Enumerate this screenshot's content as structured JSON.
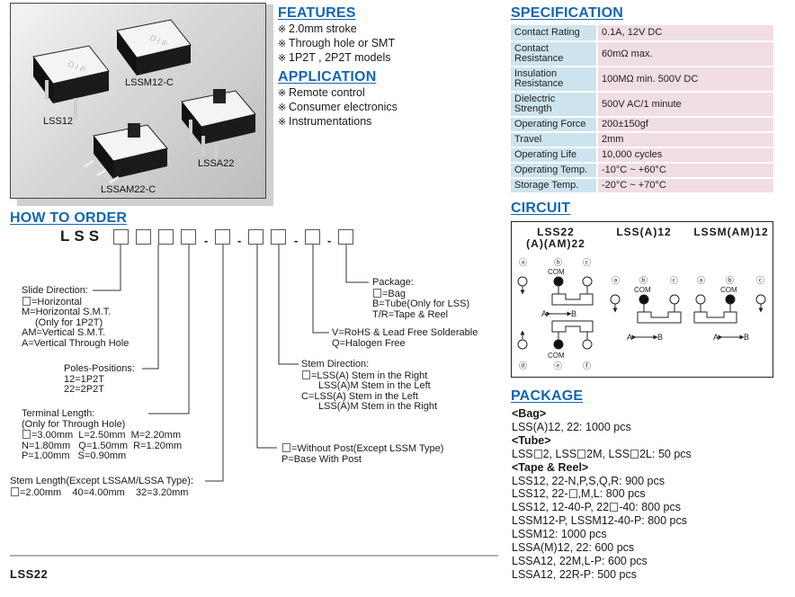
{
  "product_photos": {
    "models": [
      "LSSM12-C",
      "LSS12",
      "LSSA22",
      "LSSAM22-C"
    ],
    "body_marking": "DIP"
  },
  "features": {
    "title": "FEATURES",
    "bullet_glyph": "※",
    "items": [
      "2.0mm stroke",
      "Through hole or SMT",
      "1P2T , 2P2T models"
    ]
  },
  "application": {
    "title": "APPLICATION",
    "items": [
      "Remote control",
      "Consumer electronics",
      "Instrumentations"
    ]
  },
  "specification": {
    "title": "SPECIFICATION",
    "colors": {
      "key_bg": "#cde4ee",
      "value_bg": "#f1dde4",
      "heading": "#1466b0"
    },
    "rows": [
      {
        "key": "Contact Rating",
        "value": "0.1A, 12V DC"
      },
      {
        "key": "Contact Resistance",
        "value": "60mΩ max."
      },
      {
        "key": "Insulation Resistance",
        "value": "100MΩ min. 500V DC"
      },
      {
        "key": "Dielectric Strength",
        "value": "500V AC/1 minute"
      },
      {
        "key": "Operating Force",
        "value": "200±150gf"
      },
      {
        "key": "Travel",
        "value": "2mm"
      },
      {
        "key": "Operating Life",
        "value": "10,000 cycles"
      },
      {
        "key": "Operating Temp.",
        "value": "-10°C ~ +60°C"
      },
      {
        "key": "Storage Temp.",
        "value": "-20°C ~ +70°C"
      }
    ]
  },
  "circuit": {
    "title": "CIRCUIT",
    "diagrams": [
      {
        "title_line1": "LSS22",
        "title_line2": "(A)(AM)22",
        "top_pins": [
          "ⓐ",
          "ⓑ",
          "ⓒ"
        ],
        "bottom_pins": [
          "ⓓ",
          "ⓔ",
          "ⓕ"
        ],
        "com_label": "COM",
        "direction": "A←→B"
      },
      {
        "title_line1": "LSS(A)12",
        "pins": [
          "ⓐ",
          "ⓑ",
          "ⓒ"
        ],
        "com_label": "COM",
        "direction": "A←→B"
      },
      {
        "title_line1": "LSSM(AM)12",
        "pins": [
          "ⓐ",
          "ⓑ",
          "ⓒ"
        ],
        "com_label": "COM",
        "direction": "A←→B"
      }
    ],
    "dir_a": "A",
    "dir_b": "B"
  },
  "package": {
    "title": "PACKAGE",
    "bag_header": "<Bag>",
    "bag": [
      "LSS(A)12, 22: 1000 pcs"
    ],
    "tube_header": "<Tube>",
    "tube_parts": [
      "LSS",
      "2, LSS",
      "2M, LSS",
      "2L: 50 pcs"
    ],
    "tape_header": "<Tape & Reel>",
    "tape_line1": "LSS12, 22-N,P,S,Q,R: 900 pcs",
    "tape_line2_parts": [
      "LSS12, 22-",
      ",M,L: 800 pcs"
    ],
    "tape_line3_parts": [
      "LSS12, 12-40-P, 22",
      "-40: 800 pcs"
    ],
    "tape_rest": [
      "LSSM12-P, LSSM12-40-P: 800 pcs",
      "LSSM12: 1000 pcs",
      "LSSA(M)12, 22: 600 pcs",
      "LSSA12, 22M,L-P: 600 pcs",
      "LSSA12, 22R-P: 500 pcs"
    ]
  },
  "how_to_order": {
    "title": "HOW TO ORDER",
    "prefix": "LSS",
    "separator": "-",
    "slide_direction": {
      "label": "Slide Direction:",
      "lines": [
        "=Horizontal",
        "M=Horizontal S.M.T.",
        "(Only for 1P2T)",
        "AM=Vertical S.M.T.",
        "A=Vertical Through Hole"
      ]
    },
    "poles_positions": {
      "label": "Poles-Positions:",
      "lines": [
        "12=1P2T",
        "22=2P2T"
      ]
    },
    "terminal_length": {
      "label": "Terminal Length:",
      "lines": [
        "(Only for Through Hole)",
        "=3.00mm  L=2.50mm  M=2.20mm",
        "N=1.80mm   Q=1.50mm  R=1.20mm",
        "P=1.00mm   S=0.90mm"
      ]
    },
    "stem_length": {
      "label": "Stem Length(Except LSSAM/LSSA Type):",
      "lines": [
        "=2.00mm    40=4.00mm    32=3.20mm"
      ]
    },
    "post": {
      "lines": [
        "=Without Post(Except LSSM Type)",
        "P=Base With Post"
      ]
    },
    "stem_direction": {
      "label": "Stem Direction:",
      "lines": [
        "=LSS(A) Stem in the Right",
        "LSS(A)M Stem in the Left",
        "C=LSS(A) Stem in the Left",
        "LSS(A)M Stem in the Right"
      ]
    },
    "rohs": {
      "lines": [
        "V=RoHS & Lead Free Solderable",
        "Q=Halogen Free"
      ]
    },
    "package": {
      "label": "Package:",
      "lines": [
        "=Bag",
        "B=Tube(Only for LSS)",
        "T/R=Tape & Reel"
      ]
    }
  },
  "footer": {
    "model": "LSS22"
  }
}
